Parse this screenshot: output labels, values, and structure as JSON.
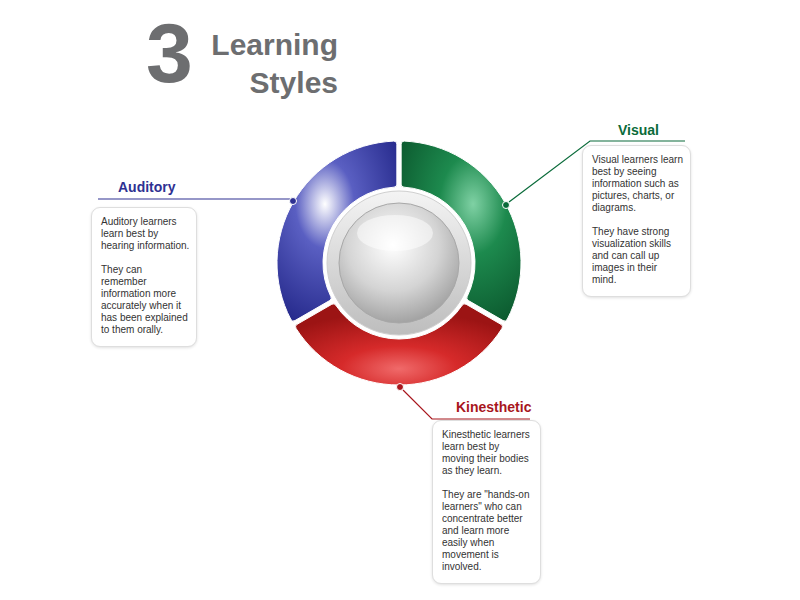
{
  "diagram": {
    "title": "Learning Styles",
    "nodes": [
      {
        "text": [
          "Auditory",
          "Auditory learners learn best by hearing information.",
          "They can remember information more accurately when it has been explained to them orally."
        ]
      },
      {
        "text": [
          "Visual",
          "Visual learners learn best by seeing information such as pictures, charts, or diagrams.",
          "They have strong visualization skills and can call up images in their mind."
        ]
      },
      {
        "text": [
          "Kinesthetic",
          "Kinesthetic learners learn best by moving their bodies as they learn.",
          "They are \"hands-on learners\" who can concentrate better and learn more easily when movement is involved."
        ]
      }
    ],
    "labels": [
      "3"
    ]
  }
}
